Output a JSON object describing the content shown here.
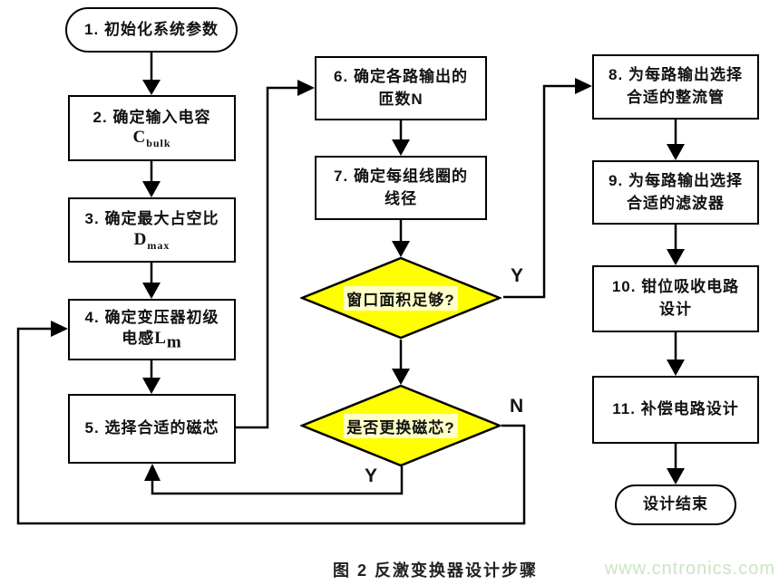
{
  "nodes": {
    "start": {
      "label": "1. 初始化系统参数"
    },
    "step2": {
      "line1": "2. 确定输入电容",
      "var_base": "C",
      "var_sub": "bulk"
    },
    "step3": {
      "line1": "3. 确定最大占空比",
      "var_base": "D",
      "var_sub": "max"
    },
    "step4": {
      "line1": "4. 确定变压器初级",
      "line2_prefix": "电感",
      "var_base": "L",
      "var_sub": "m"
    },
    "step5": {
      "line1": "5. 选择合适的磁芯"
    },
    "step6": {
      "line1": "6. 确定各路输出的",
      "line2": "匝数N"
    },
    "step7": {
      "line1": "7. 确定每组线圈的",
      "line2": "线径"
    },
    "step8": {
      "line1": "8. 为每路输出选择",
      "line2": "合适的整流管"
    },
    "step9": {
      "line1": "9. 为每路输出选择",
      "line2": "合适的滤波器"
    },
    "step10": {
      "line1": "10. 钳位吸收电路",
      "line2": "设计"
    },
    "step11": {
      "line1": "11. 补偿电路设计"
    },
    "decision_window": {
      "label": "窗口面积足够?"
    },
    "decision_core": {
      "label": "是否更换磁芯?"
    },
    "end": {
      "label": "设计结束"
    }
  },
  "branch_labels": {
    "window_yes": "Y",
    "core_no": "N",
    "core_yes": "Y"
  },
  "caption": "图 2 反激变换器设计步骤",
  "watermark": "www.cntronics.com",
  "colors": {
    "decision_fill": "#FFFF00",
    "line": "#000000",
    "watermark_green": "#C9E6C3"
  }
}
